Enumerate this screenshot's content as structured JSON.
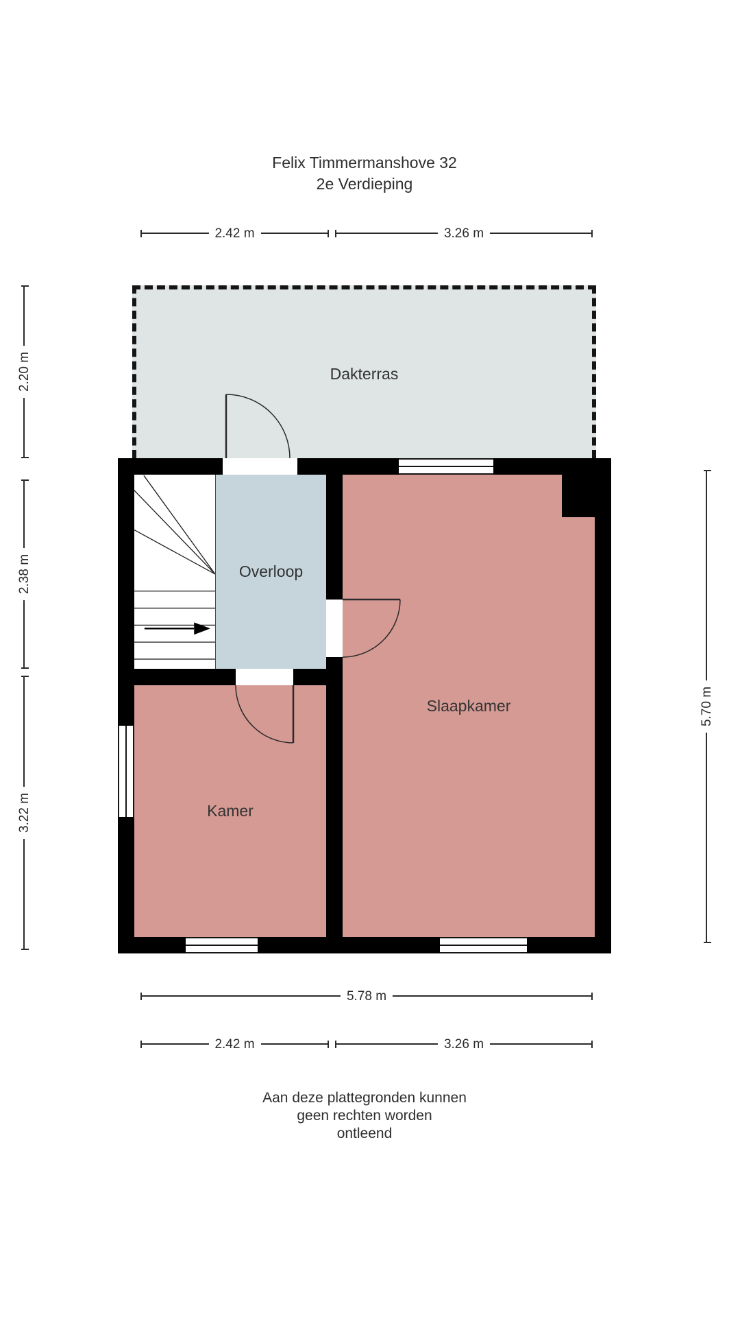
{
  "title": {
    "line1": "Felix Timmermanshove 32",
    "line2": "2e Verdieping"
  },
  "rooms": {
    "dakterras": "Dakterras",
    "overloop": "Overloop",
    "slaapkamer": "Slaapkamer",
    "kamer": "Kamer"
  },
  "dimensions": {
    "top_left": "2.42 m",
    "top_right": "3.26 m",
    "left_terrace": "2.20 m",
    "left_overloop": "2.38 m",
    "left_kamer": "3.22 m",
    "right_total": "5.70 m",
    "bottom_total": "5.78 m",
    "bottom_left": "2.42 m",
    "bottom_right": "3.26 m"
  },
  "disclaimer": [
    "Aan deze plattegronden kunnen",
    "geen rechten worden",
    "ontleend"
  ],
  "colors": {
    "terrace": "#dfe4e5",
    "hall": "#c5d5db",
    "room": "#d59a94",
    "wall": "#000000"
  }
}
